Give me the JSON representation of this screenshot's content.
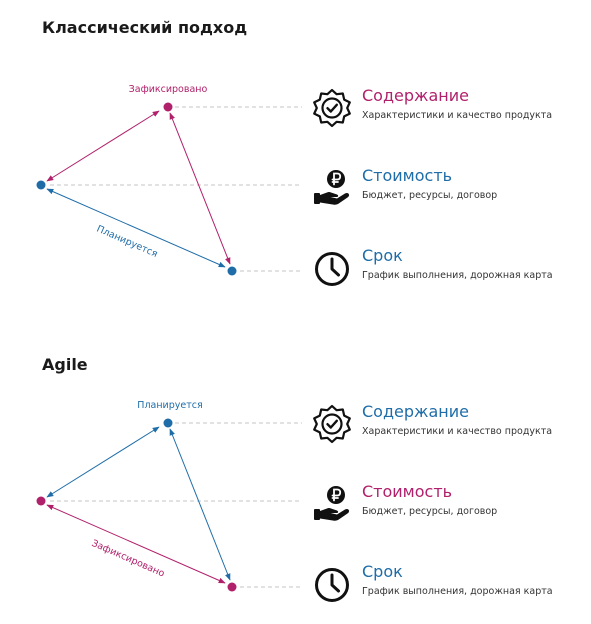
{
  "colors": {
    "magenta": "#b1206b",
    "blue": "#1e6da8",
    "dash": "#c4c4c4",
    "icon": "#111111"
  },
  "sections": [
    {
      "title": "Классический подход",
      "top_vertex_label": "Зафиксировано",
      "bottom_edge_label": "Планируется",
      "rows": [
        {
          "heading": "Содержание",
          "sub": "Характеристики и качество продукта",
          "color": "#b1206b",
          "icon": "seal-check-icon"
        },
        {
          "heading": "Стоимость",
          "sub": "Бюджет, ресурсы, договор",
          "color": "#1e6da8",
          "icon": "ruble-hand-icon"
        },
        {
          "heading": "Срок",
          "sub": "График выполнения, дорожная карта",
          "color": "#1e6da8",
          "icon": "clock-icon"
        }
      ]
    },
    {
      "title": "Agile",
      "top_vertex_label": "Планируется",
      "bottom_edge_label": "Зафиксировано",
      "rows": [
        {
          "heading": "Содержание",
          "sub": "Характеристики и качество продукта",
          "color": "#1e6da8",
          "icon": "seal-check-icon"
        },
        {
          "heading": "Стоимость",
          "sub": "Бюджет, ресурсы, договор",
          "color": "#b1206b",
          "icon": "ruble-hand-icon"
        },
        {
          "heading": "Срок",
          "sub": "График выполнения, дорожная карта",
          "color": "#1e6da8",
          "icon": "clock-icon"
        }
      ]
    }
  ]
}
